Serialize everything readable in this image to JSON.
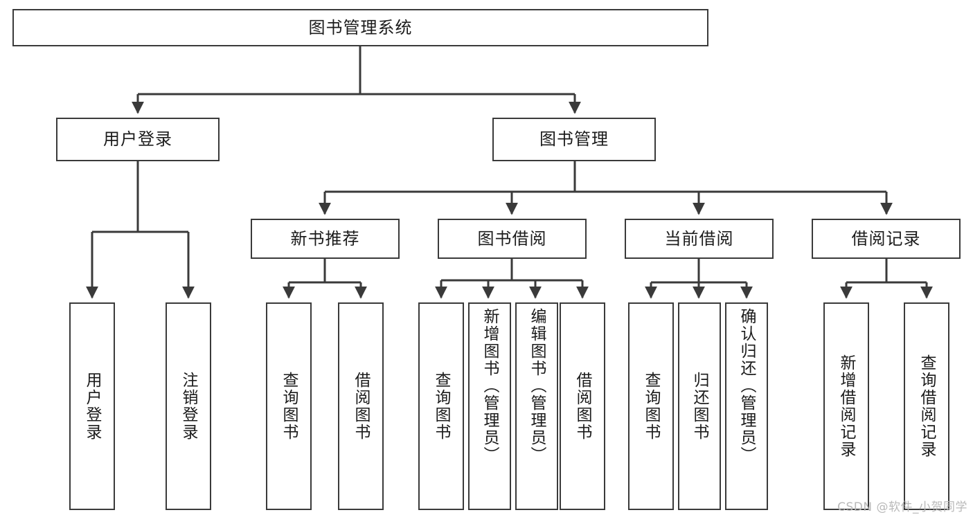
{
  "diagram": {
    "title": "图书管理系统",
    "type": "tree-hierarchy-chart",
    "colors": {
      "box_border": "#3a3a3a",
      "box_fill": "#ffffff",
      "edge": "#3a3a3a",
      "text": "#1b1b1b",
      "watermark": "#b9b9b9",
      "background": "#ffffff"
    },
    "root": {
      "id": "root",
      "label": "图书管理系统"
    },
    "level1": [
      {
        "id": "user-login",
        "label": "用户登录"
      },
      {
        "id": "book-management",
        "label": "图书管理"
      }
    ],
    "level2": [
      {
        "id": "new-book-recommend",
        "label": "新书推荐"
      },
      {
        "id": "book-borrow",
        "label": "图书借阅"
      },
      {
        "id": "current-borrow",
        "label": "当前借阅"
      },
      {
        "id": "borrow-record",
        "label": "借阅记录"
      }
    ],
    "leaves": [
      {
        "id": "leaf-user-login",
        "label": "用户登录",
        "parent": "user-login",
        "lines": 4
      },
      {
        "id": "leaf-logout-login",
        "label": "注销登录",
        "parent": "user-login",
        "lines": 4
      },
      {
        "id": "leaf-query-book-1",
        "label": "查询图书",
        "parent": "new-book-recommend",
        "lines": 4
      },
      {
        "id": "leaf-borrow-book-1",
        "label": "借阅图书",
        "parent": "new-book-recommend",
        "lines": 4
      },
      {
        "id": "leaf-query-book-2",
        "label": "查询图书",
        "parent": "book-borrow",
        "lines": 4
      },
      {
        "id": "leaf-add-book-admin",
        "label": "新增图书（管理员）",
        "parent": "book-borrow",
        "lines": 9
      },
      {
        "id": "leaf-edit-book-admin",
        "label": "编辑图书（管理员）",
        "parent": "book-borrow",
        "lines": 9
      },
      {
        "id": "leaf-borrow-book-2",
        "label": "借阅图书",
        "parent": "book-borrow",
        "lines": 4
      },
      {
        "id": "leaf-query-book-3",
        "label": "查询图书",
        "parent": "current-borrow",
        "lines": 4
      },
      {
        "id": "leaf-return-book",
        "label": "归还图书",
        "parent": "current-borrow",
        "lines": 4
      },
      {
        "id": "leaf-confirm-return-admin",
        "label": "确认归还（管理员）",
        "parent": "current-borrow",
        "lines": 9
      },
      {
        "id": "leaf-add-borrow-record",
        "label": "新增借阅记录",
        "parent": "borrow-record",
        "lines": 6
      },
      {
        "id": "leaf-query-borrow-record",
        "label": "查询借阅记录",
        "parent": "borrow-record",
        "lines": 6
      }
    ],
    "watermark": "CSDN @软件_小贺同学"
  }
}
